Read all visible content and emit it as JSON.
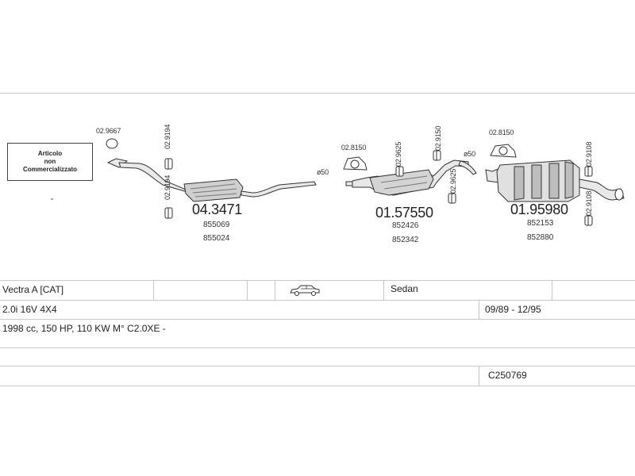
{
  "note": {
    "line1": "Articolo",
    "line2": "non",
    "line3": "Commercializzato"
  },
  "parts": {
    "clamp_1": "02.9667",
    "clamp_2": "02.9194",
    "clamp_3": "02.9194",
    "section_1": {
      "number": "04.3471",
      "ref_1": "855069",
      "ref_2": "855024"
    },
    "diameter_1": "ø50",
    "clamp_4": "02.8150",
    "clamp_5": "02.9625",
    "clamp_6": "02.9150",
    "clamp_7": "02.9625",
    "diameter_2": "ø50",
    "section_2": {
      "number": "01.57550",
      "ref_1": "852426",
      "ref_2": "852342"
    },
    "clamp_8": "02.8150",
    "clamp_9": "02.9108",
    "clamp_10": "02.9108",
    "section_3": {
      "number": "01.95980",
      "ref_1": "852153",
      "ref_2": "852880"
    }
  },
  "vehicle": {
    "model": "Vectra A  [CAT]",
    "body": "Sedan",
    "engine": "2.0i 16V 4X4",
    "years": "09/89 - 12/95",
    "specs": "1998 cc, 150 HP, 110 KW M° C2.0XE -",
    "code": "C250769",
    "car_icon": "sedan-car-icon"
  },
  "colors": {
    "line": "#c6c6c6",
    "ink": "#333333"
  }
}
